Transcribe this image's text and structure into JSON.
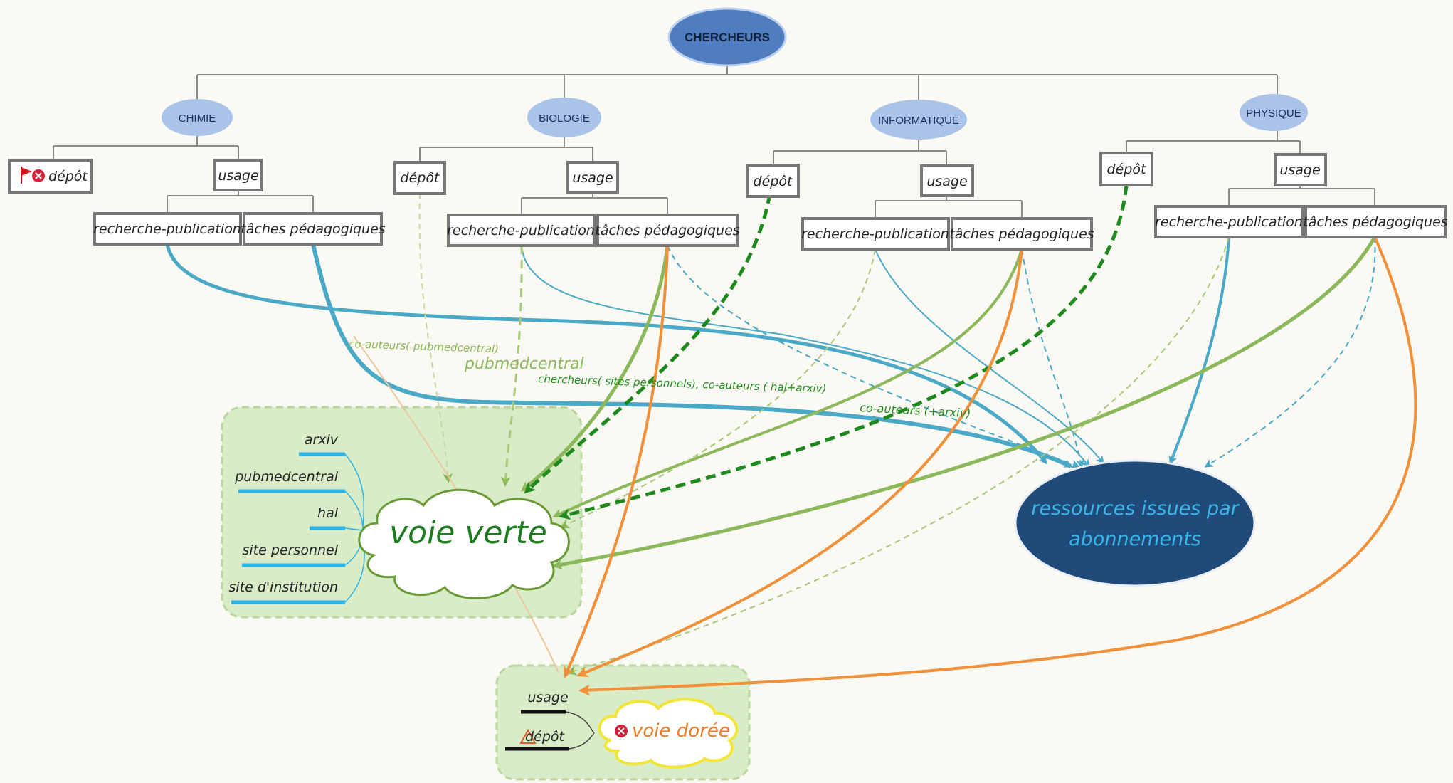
{
  "root": {
    "label": "CHERCHEURS"
  },
  "disciplines": {
    "chimie": {
      "label": "CHIMIE",
      "depot": "dépôt",
      "usage": "usage",
      "recherche": "recherche-publication",
      "taches": "tâches pédagogiques"
    },
    "biologie": {
      "label": "BIOLOGIE",
      "depot": "dépôt",
      "usage": "usage",
      "recherche": "recherche-publication",
      "taches": "tâches pédagogiques"
    },
    "informatique": {
      "label": "INFORMATIQUE",
      "depot": "dépôt",
      "usage": "usage",
      "recherche": "recherche-publication",
      "taches": "tâches pédagogiques"
    },
    "physique": {
      "label": "PHYSIQUE",
      "depot": "dépôt",
      "usage": "usage",
      "recherche": "recherche-publication",
      "taches": "tâches pédagogiques"
    }
  },
  "edge_labels": {
    "coauteurs_pubmed": "co-auteurs( pubmedcentral)",
    "pubmedcentral": "pubmedcentral",
    "chercheurs_sites": "chercheurs( sites personnels), co-auteurs ( hal+arxiv)",
    "coauteurs_arxiv": "co-auteurs (+arxiv)"
  },
  "voie_verte": {
    "label": "voie verte",
    "items": [
      "arxiv",
      "pubmedcentral",
      "hal",
      "site personnel",
      "site d'institution"
    ]
  },
  "ressources": {
    "line1": "ressources issues par",
    "line2": "abonnements"
  },
  "voie_doree": {
    "label": "voie dorée",
    "usage": "usage",
    "depot": "dépôt"
  },
  "colors": {
    "root": "#4f7dbf",
    "discipline": "#a9c4e8",
    "recherche_edge": "#4aa9c7",
    "taches_edge": "#8bb85a",
    "depot_edge": "#1e8a1e",
    "gold_edge": "#f0903a",
    "ressources": "#1f4a7a",
    "green_zone": "#d9ecc8"
  }
}
